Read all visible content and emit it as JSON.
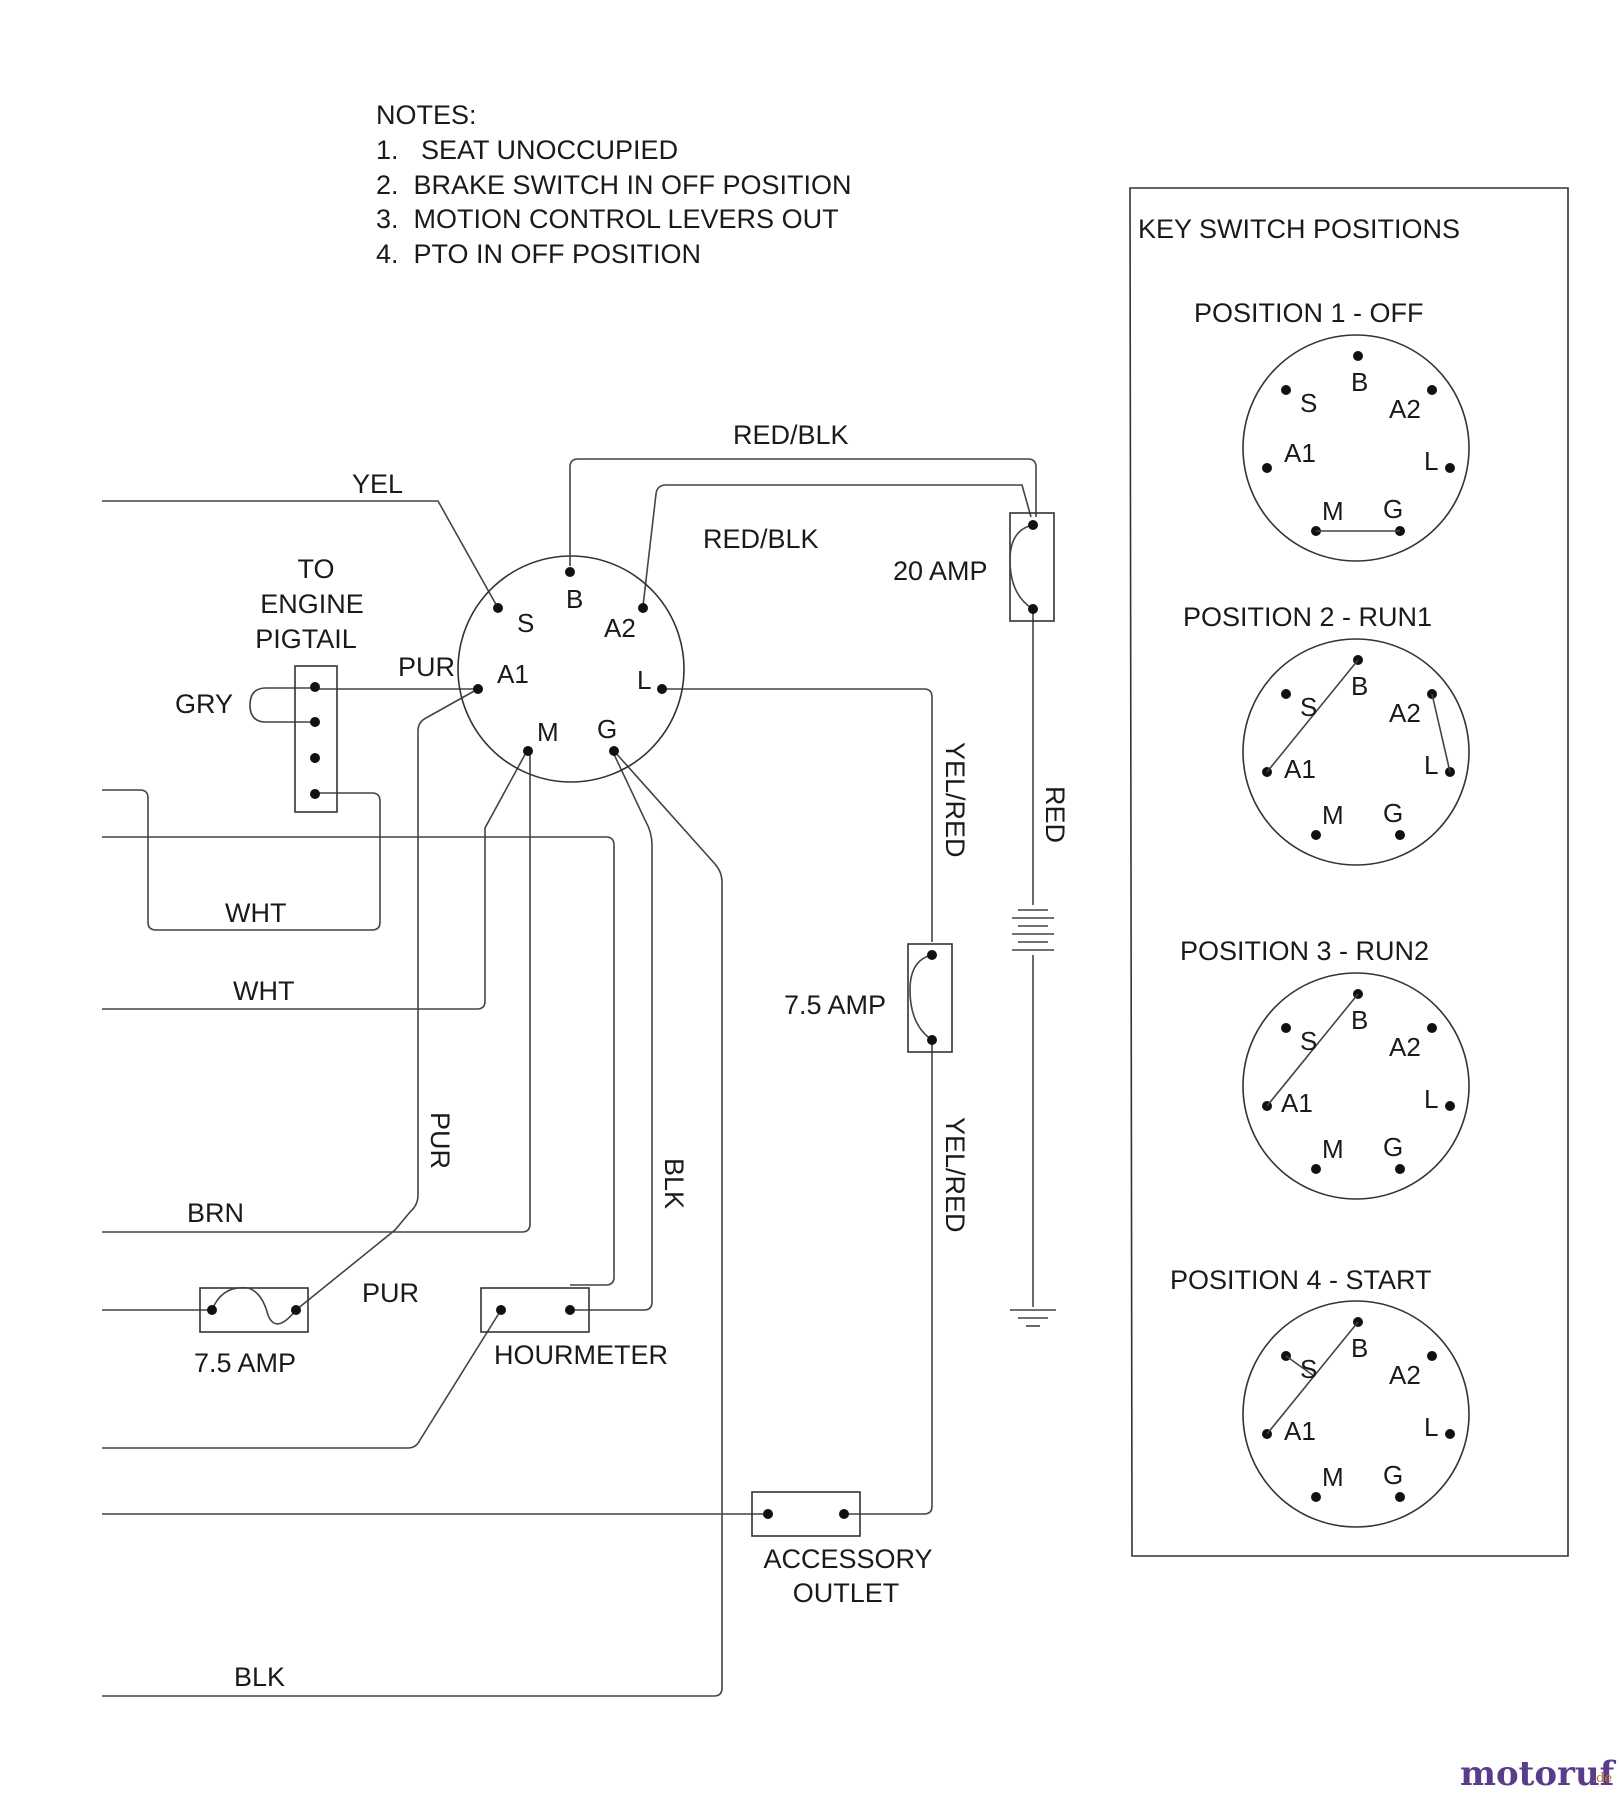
{
  "notes": {
    "title": "NOTES:",
    "items": [
      "1.   SEAT UNOCCUPIED",
      "2.  BRAKE SWITCH IN OFF POSITION",
      "3.  MOTION CONTROL LEVERS OUT",
      "4.  PTO IN OFF POSITION"
    ]
  },
  "wires": {
    "yel": "YEL",
    "red_blk_top": "RED/BLK",
    "red_blk_inner": "RED/BLK",
    "pur_a1": "PUR",
    "gry": "GRY",
    "wht_1": "WHT",
    "wht_2": "WHT",
    "brn": "BRN",
    "pur_lower": "PUR",
    "pur_fuse": "PUR",
    "blk_vertical": "BLK",
    "blk_bottom": "BLK",
    "yel_red_upper": "YEL/RED",
    "yel_red_lower": "YEL/RED",
    "red": "RED"
  },
  "components": {
    "engine_pigtail": [
      "TO",
      "ENGINE",
      "PIGTAIL"
    ],
    "fuse_20": "20 AMP",
    "fuse_75_right": "7.5 AMP",
    "fuse_75_left": "7.5 AMP",
    "hourmeter": "HOURMETER",
    "accessory_outlet": [
      "ACCESSORY",
      "OUTLET"
    ]
  },
  "key_switch": {
    "terminals": {
      "s": "S",
      "b": "B",
      "a2": "A2",
      "a1": "A1",
      "l": "L",
      "m": "M",
      "g": "G"
    }
  },
  "key_panel": {
    "title": "KEY SWITCH POSITIONS",
    "positions": [
      {
        "title": "POSITION 1 - OFF"
      },
      {
        "title": "POSITION 2 - RUN1"
      },
      {
        "title": "POSITION 3 - RUN2"
      },
      {
        "title": "POSITION 4 - START"
      }
    ]
  },
  "brand": {
    "main": "motoruf",
    "suffix": ".de"
  }
}
